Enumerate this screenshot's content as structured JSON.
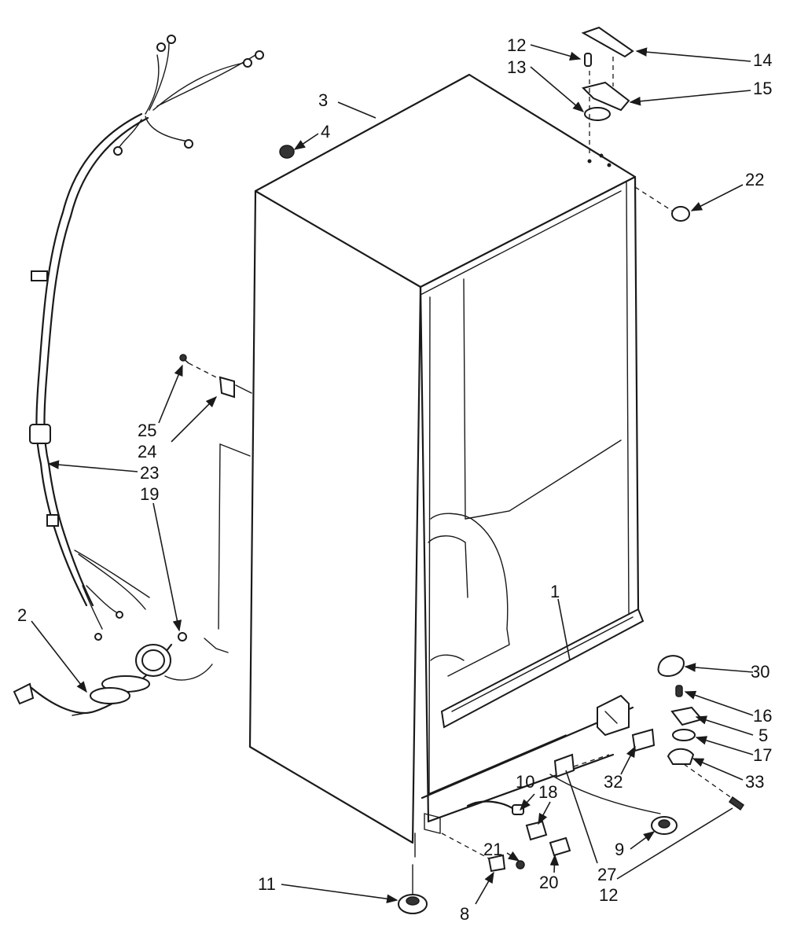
{
  "callouts": {
    "c1": "1",
    "c2": "2",
    "c3": "3",
    "c4": "4",
    "c5": "5",
    "c8": "8",
    "c9": "9",
    "c10": "10",
    "c11": "11",
    "c12a": "12",
    "c12b": "12",
    "c13": "13",
    "c14": "14",
    "c15": "15",
    "c16": "16",
    "c17": "17",
    "c18": "18",
    "c19": "19",
    "c20": "20",
    "c21": "21",
    "c22": "22",
    "c23": "23",
    "c24": "24",
    "c25": "25",
    "c27": "27",
    "c30": "30",
    "c32": "32",
    "c33": "33"
  },
  "colors": {
    "ink": "#1a1a1a",
    "paper": "#ffffff"
  }
}
